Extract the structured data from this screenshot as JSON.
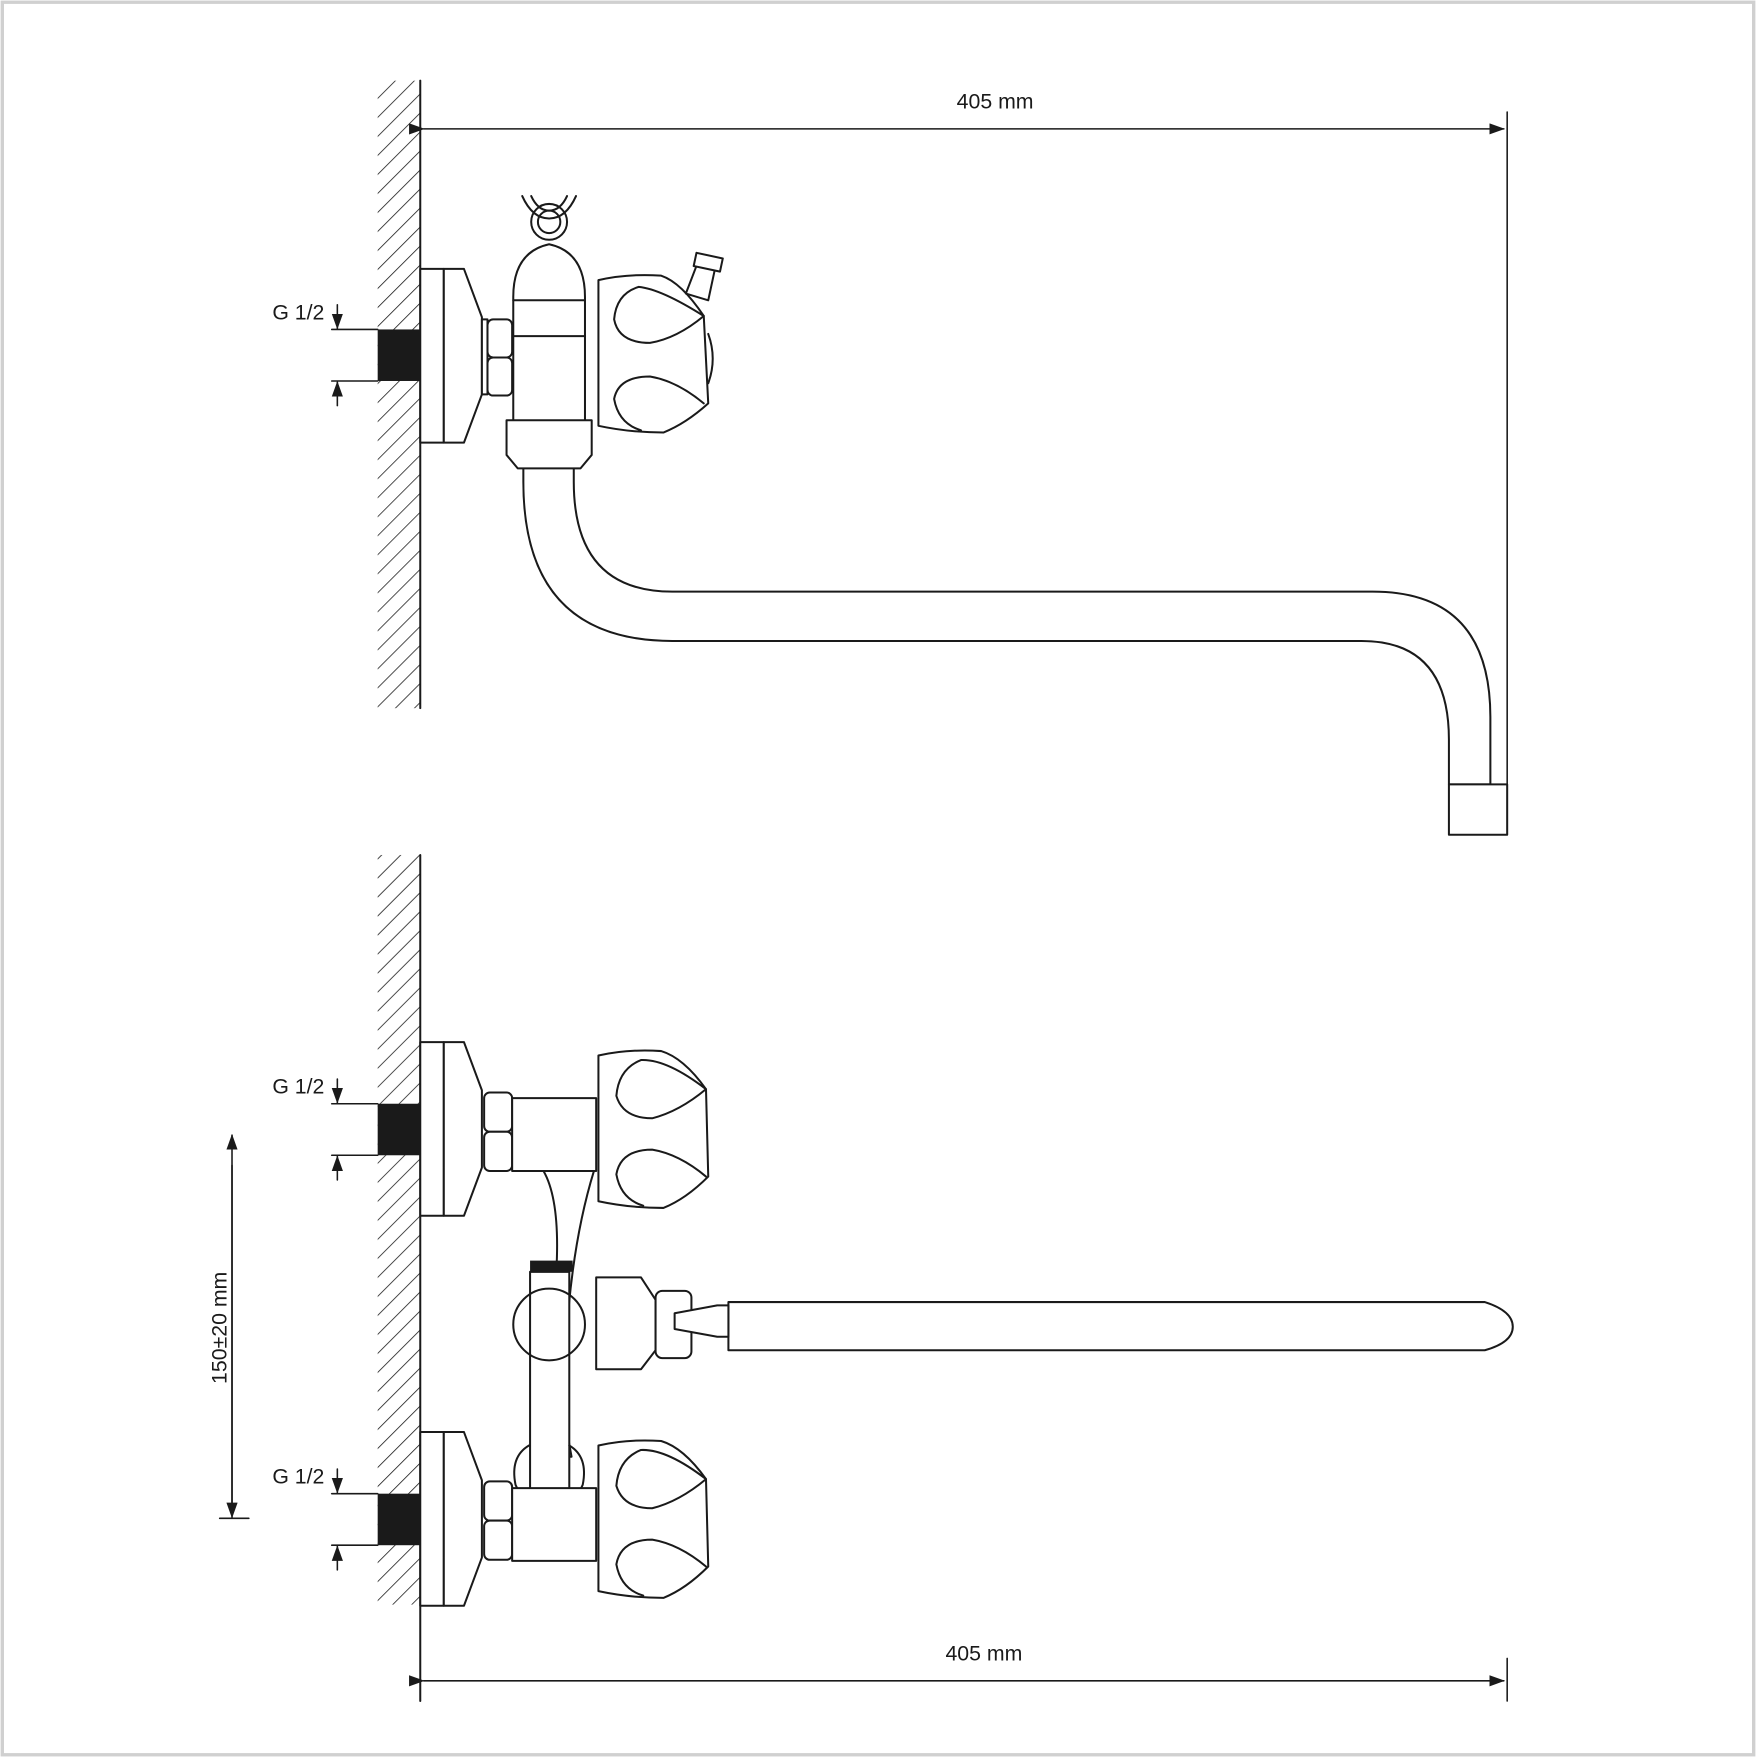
{
  "side_view": {
    "width_label": "405 mm",
    "thread_label": "G 1/2"
  },
  "front_view": {
    "width_label": "405 mm",
    "upper_thread_label": "G 1/2",
    "lower_thread_label": "G 1/2",
    "center_distance_label": "150±20 mm"
  },
  "colors": {
    "line": "#1a1a1a",
    "frame": "#d0d0d0",
    "background": "#ffffff"
  }
}
